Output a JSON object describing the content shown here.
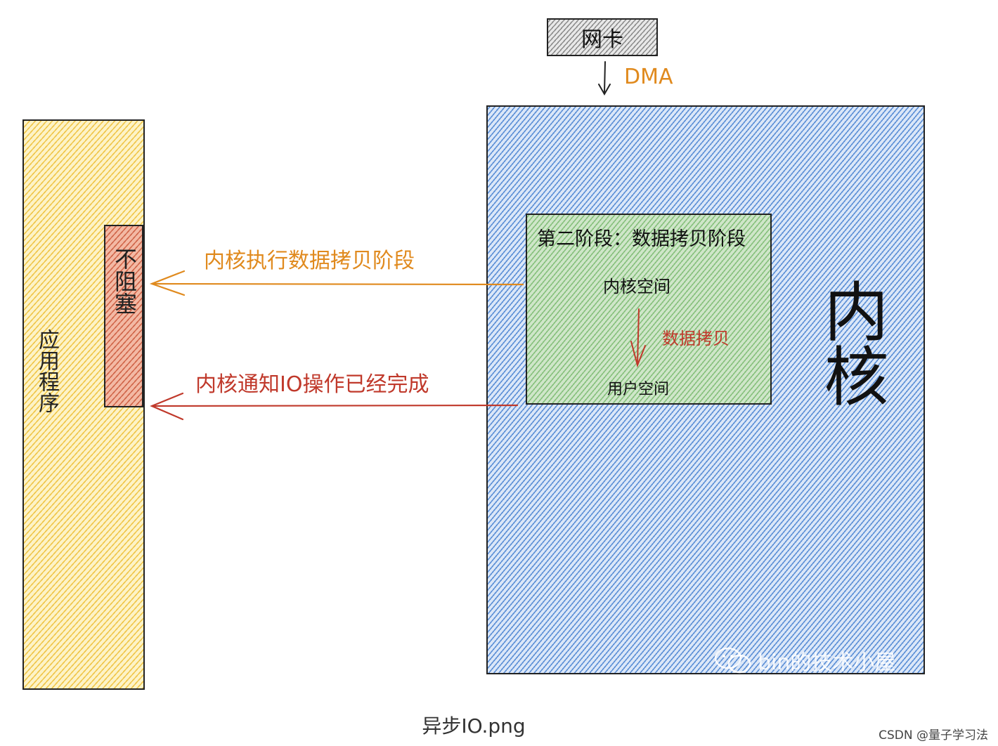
{
  "app": {
    "label": "应用程序"
  },
  "nonblock": {
    "label": "不阻塞"
  },
  "nic": {
    "label": "网卡"
  },
  "dma": {
    "label": "DMA"
  },
  "kernel": {
    "label": "内核"
  },
  "stage": {
    "title": "第二阶段：数据拷贝阶段",
    "kernel_space": "内核空间",
    "copy": "数据拷贝",
    "user_space": "用户空间"
  },
  "arrows": {
    "exec_copy": "内核执行数据拷贝阶段",
    "notify": "内核通知IO操作已经完成"
  },
  "watermark": {
    "text": "bin的技术小屋"
  },
  "caption": "异步IO.png",
  "credit": "CSDN @量子学习法",
  "colors": {
    "app": "#f0c64a",
    "nonblock": "#d0664a",
    "kernel": "#5b8fd6",
    "stage": "#86c07c",
    "orange": "#e08a1e",
    "red": "#c0392b"
  }
}
